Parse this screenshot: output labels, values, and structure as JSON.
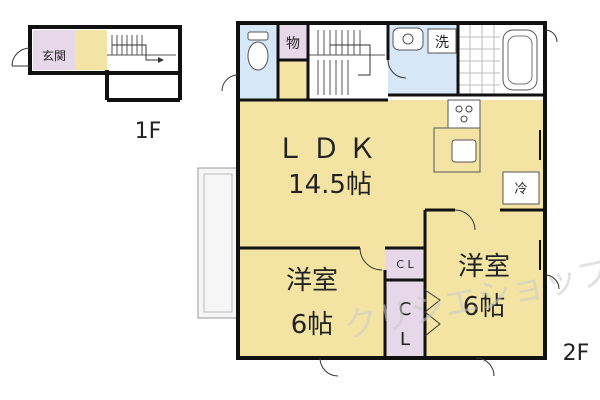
{
  "floor_plan": {
    "floor1": {
      "label": "1F",
      "rooms": {
        "entrance": "玄関"
      }
    },
    "floor2": {
      "label": "2F",
      "rooms": {
        "storage": "物",
        "wash": "洗",
        "ldk_name": "ＬＤＫ",
        "ldk_size": "14.5帖",
        "fridge": "冷",
        "bedroom_left_name": "洋室",
        "bedroom_left_size": "6帖",
        "bedroom_right_name": "洋室",
        "bedroom_right_size": "6帖",
        "closet_small": "C L",
        "closet_large": "C L"
      }
    },
    "watermark": "クリシエショップ"
  },
  "colors": {
    "wall": "#111111",
    "room_fill": "#f3e4a3",
    "closet_fill": "#e6d8e9",
    "wet_fill": "#d6e8f7",
    "balcony_fill": "#f6f6f6",
    "hall_fill": "#ffffff"
  }
}
